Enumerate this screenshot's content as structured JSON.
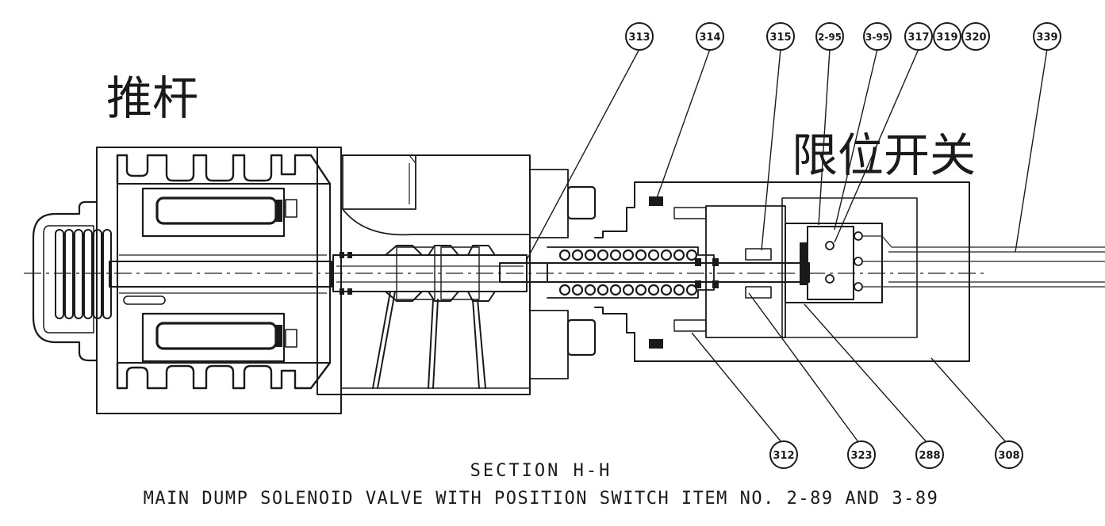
{
  "labels": {
    "push_rod_cn": "推杆",
    "limit_switch_cn": "限位开关",
    "section_title": "SECTION H-H",
    "caption": "MAIN DUMP SOLENOID VALVE WITH POSITION SWITCH ITEM NO. 2-89 AND 3-89"
  },
  "callouts": [
    {
      "id": "c313",
      "text": "313"
    },
    {
      "id": "c314",
      "text": "314"
    },
    {
      "id": "c315",
      "text": "315"
    },
    {
      "id": "c2-95",
      "text": "2-95"
    },
    {
      "id": "c3-95",
      "text": "3-95"
    },
    {
      "id": "c317",
      "text": "317"
    },
    {
      "id": "c319",
      "text": "319"
    },
    {
      "id": "c320",
      "text": "320"
    },
    {
      "id": "c339",
      "text": "339"
    },
    {
      "id": "c312",
      "text": "312"
    },
    {
      "id": "c323",
      "text": "323"
    },
    {
      "id": "c288",
      "text": "288"
    },
    {
      "id": "c308",
      "text": "308"
    }
  ],
  "colors": {
    "ink": "#1a1a1a",
    "paper": "#ffffff"
  }
}
